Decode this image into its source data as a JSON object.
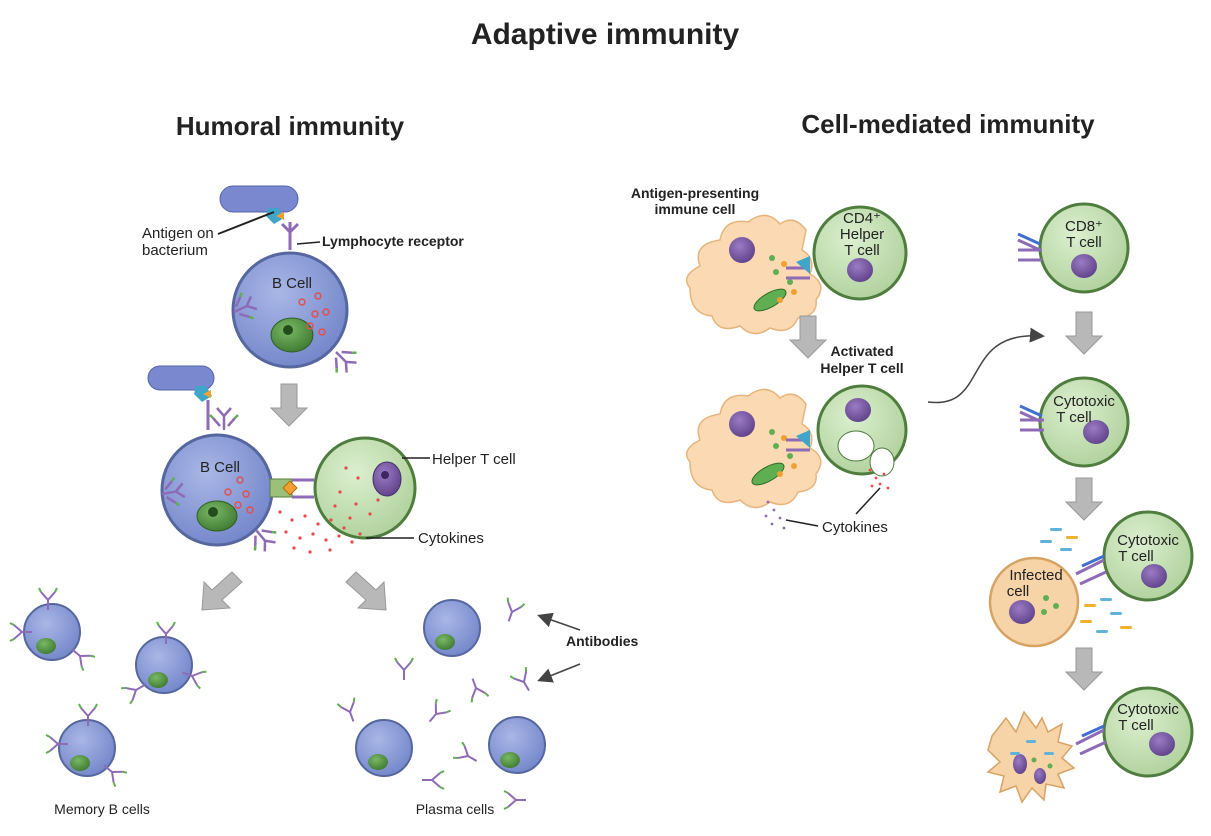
{
  "title": "Adaptive immunity",
  "humoral": {
    "heading": "Humoral immunity",
    "antigen_label_1": "Antigen on",
    "antigen_label_2": "bacterium",
    "receptor_label": "Lymphocyte receptor",
    "bcell_label": "B Cell",
    "bcell_label_2": "B Cell",
    "helper_label": "Helper T cell",
    "cytokines_label": "Cytokines",
    "antibodies_label": "Antibodies",
    "memory_label": "Memory B cells",
    "plasma_label": "Plasma cells"
  },
  "cell_mediated": {
    "heading": "Cell-mediated immunity",
    "apc_label_1": "Antigen-presenting",
    "apc_label_2": "immune cell",
    "cd4_1": "CD4⁺",
    "cd4_2": "Helper",
    "cd4_3": "T cell",
    "activated_1": "Activated",
    "activated_2": "Helper T cell",
    "cytokines_label": "Cytokines",
    "cd8_1": "CD8⁺",
    "cd8_2": "T cell",
    "cyto1_1": "Cytotoxic",
    "cyto1_2": "T cell",
    "cyto2_1": "Cytotoxic",
    "cyto2_2": "T cell",
    "infected_1": "Infected",
    "infected_2": "cell",
    "cyto3_1": "Cytotoxic",
    "cyto3_2": "T cell"
  },
  "colors": {
    "bcell": "#8c9ed9",
    "bcell_edge": "#5d6fa8",
    "tcell": "#c8e2b6",
    "tcell_edge": "#4f7d3e",
    "nucleus": "#7e5fa8",
    "bcell_nucleus": "#5e9a4a",
    "apc": "#fbd9b3",
    "infected": "#f7d3a8",
    "cytokine": "#e84a4a",
    "arrow": "#b8b8b8"
  }
}
